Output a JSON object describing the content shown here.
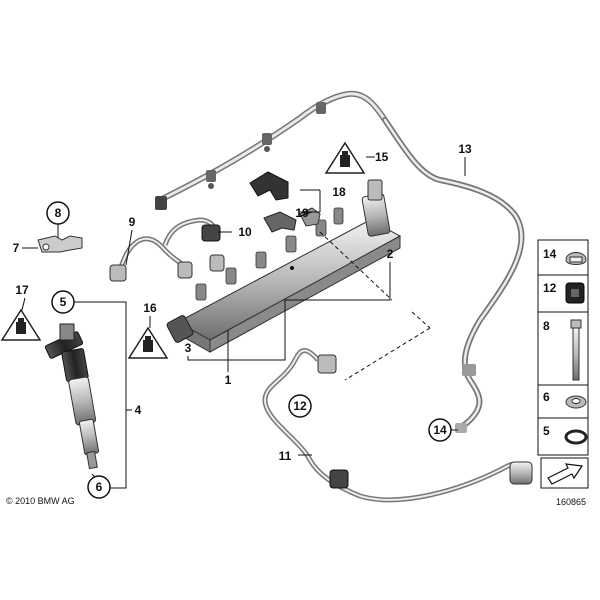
{
  "diagram": {
    "copyright": "© 2010 BMW AG",
    "reference_number": "160865",
    "callouts": {
      "c1": "1",
      "c2": "2",
      "c3": "3",
      "c4": "4",
      "c5": "5",
      "c6": "6",
      "c7": "7",
      "c8": "8",
      "c9": "9",
      "c10": "10",
      "c11": "11",
      "c12": "12",
      "c13": "13",
      "c14": "14",
      "c15": "15",
      "c16": "16",
      "c17": "17",
      "c18": "18",
      "c19": "19"
    },
    "legend": {
      "l14": "14",
      "l12": "12",
      "l8": "8",
      "l6": "6",
      "l5": "5"
    }
  }
}
